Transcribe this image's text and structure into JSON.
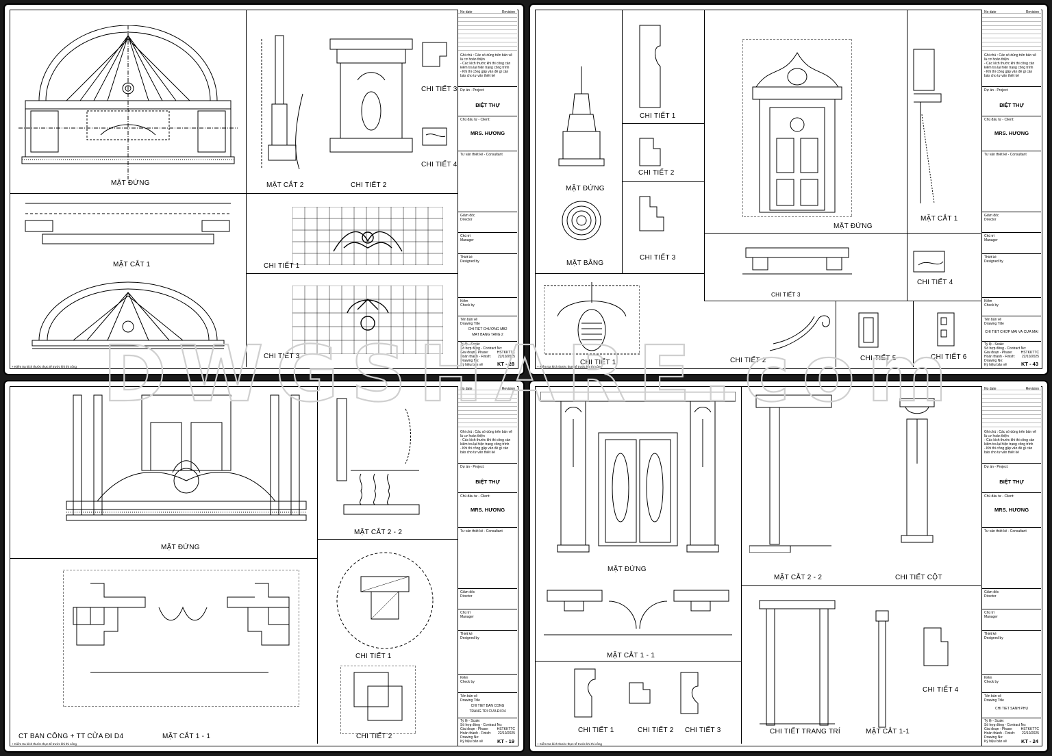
{
  "watermark": "DWGSHARE.com",
  "titleblock_common": {
    "header_no": "No date",
    "header_revision": "Revision",
    "notes": [
      "Ghi chú : Các số dùng trên bản vẽ",
      "là cơ hoàn thiện",
      "- Các kích thước khi thi công cần",
      "kiểm tra lại hiện trạng công trình",
      "- Khi thi công gặp vấn đề gì cần",
      "báo cho tư vấn thiết kế"
    ],
    "project_label": "Dự án - Project:",
    "project": "BIỆT THỰ",
    "client_label": "Chủ đầu tư - Client:",
    "client": "MRS. HƯƠNG",
    "consultant_label": "Tư vấn thiết kế - Consultant",
    "director": "Giám đốc",
    "director_en": "Director",
    "manager": "Chủ trì",
    "manager_en": "Manager",
    "designer": "Thiết kế",
    "designer_en": "Designed by",
    "checker": "Kiểm",
    "checker_en": "Check by",
    "drawing_title_label": "Tên bản vẽ",
    "drawing_title_en": "Drawing Title",
    "scale": "Tỷ lệ - Scale:",
    "contract": "Số hợp đồng - Contract No:",
    "phase": "Giai đoạn - Phase:",
    "phase_value": "HSTKKTTC",
    "finish": "Hoàn thành - Finish:",
    "finish_value": "22/10/2025",
    "drawing_no": "Drawing No:",
    "sign": "Ký hiệu bản vẽ",
    "footer_note": "+ Kiểm tra kích thước thực tế trước khi thi công"
  },
  "sheets": [
    {
      "sheet_no": "KT - 28",
      "drawing_title": [
        "CHI TIẾT CHƯƠNG MB2",
        "MẶT BẰNG TẦNG 2"
      ],
      "captions": [
        "MẶT ĐỨNG",
        "MẶT CẮT 2",
        "CHI TIẾT 2",
        "CHI TIẾT 3",
        "CHI TIẾT 4",
        "MẶT CẮT 1",
        "CHI TIẾT 1",
        "CHI TIẾT 3"
      ]
    },
    {
      "sheet_no": "KT - 43",
      "drawing_title": [
        "CHI TIẾT CHỚP MÁI VÀ CỬA MÁI"
      ],
      "captions": [
        "MẶT ĐỨNG",
        "CHI TIẾT 1",
        "CHI TIẾT 2",
        "CHI TIẾT 3",
        "MẶT BẰNG",
        "MẶT ĐỨNG",
        "MẶT CẮT 1",
        "CHI TIẾT 3",
        "CHI TIẾT 4",
        "CHI TIẾT 1",
        "CHI TIẾT 2",
        "CHI TIẾT 5",
        "CHI TIẾT 6"
      ]
    },
    {
      "sheet_no": "KT - 19",
      "drawing_title": [
        "CHI TIẾT BAN CÔNG",
        "TRANG TRÍ CỬA ĐI D4"
      ],
      "captions": [
        "MẶT ĐỨNG",
        "MẶT CẮT 2 - 2",
        "CHI TIẾT 1",
        "CHI TIẾT 2",
        "CT BAN CÔNG + TT CỬA ĐI D4",
        "MẶT CẮT 1 - 1"
      ]
    },
    {
      "sheet_no": "KT - 24",
      "drawing_title": [
        "CHI TIẾT SẢNH PHỤ"
      ],
      "captions": [
        "MẶT ĐỨNG",
        "MẶT CẮT 2 - 2",
        "CHI TIẾT CỘT",
        "MẶT CẮT 1 - 1",
        "CHI TIẾT 1",
        "CHI TIẾT 2",
        "CHI TIẾT 3",
        "CHI TIẾT TRANG TRÍ",
        "MẶT CẮT 1-1",
        "CHI TIẾT 4"
      ]
    }
  ]
}
